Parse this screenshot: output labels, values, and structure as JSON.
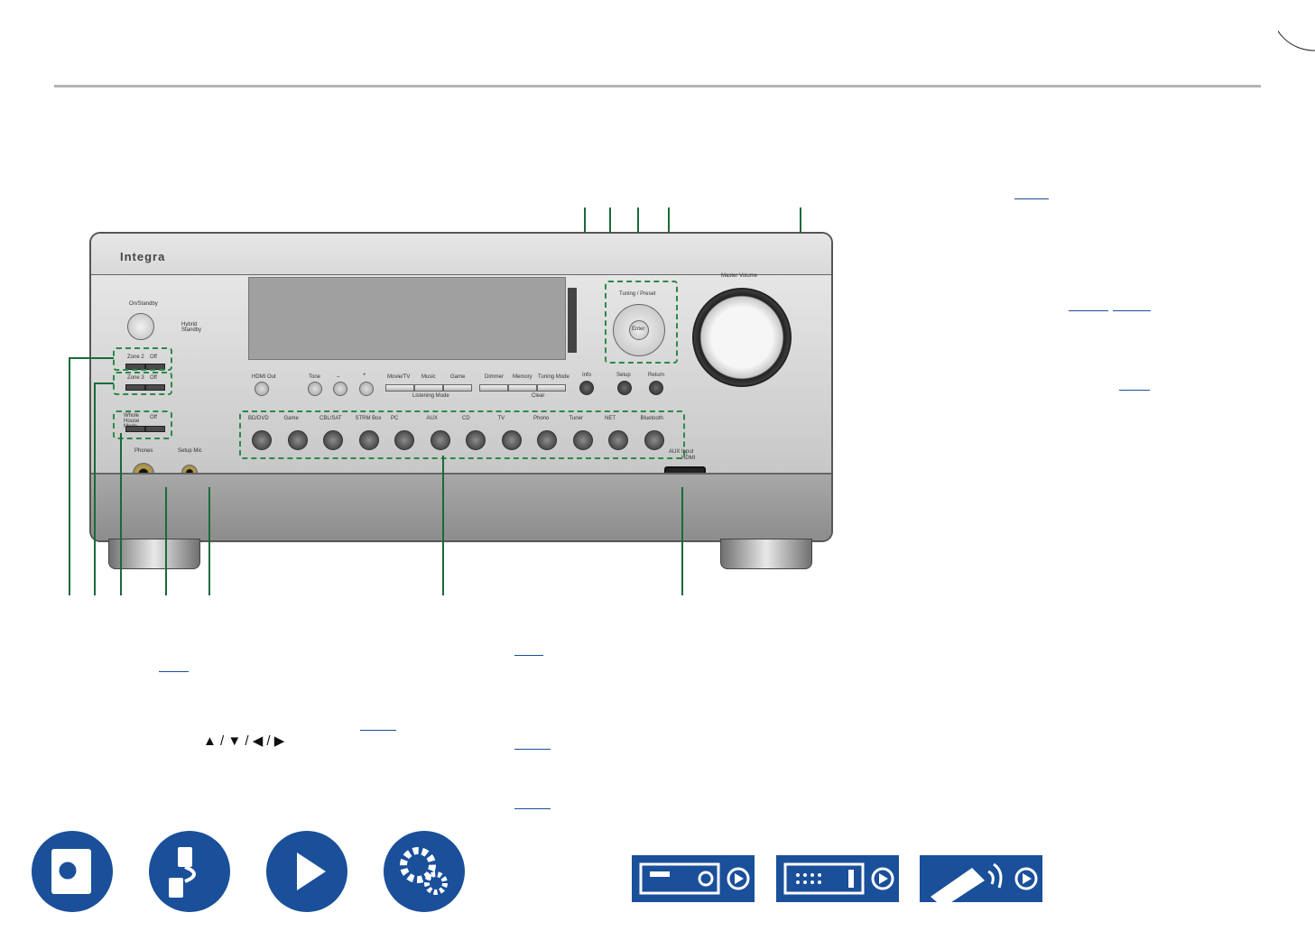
{
  "brand_colors": {
    "accent": "#1a4f9a",
    "callout": "#2a8a4a",
    "rule": "#b4b4b4"
  },
  "panel": {
    "brand": "Integra",
    "power_label": "On/Standby",
    "hybrid_standby": "Hybrid Standby",
    "zone2": {
      "label": "Zone 2",
      "off": "Off"
    },
    "zone3": {
      "label": "Zone 3",
      "off": "Off"
    },
    "whole_house": {
      "label": "Whole House Mode",
      "off": "Off"
    },
    "phones": "Phones",
    "setup_mic": "Setup Mic",
    "hdmi_out": "HDMI Out",
    "tone": "Tone",
    "minus": "–",
    "plus": "+",
    "listening": [
      "Movie/TV",
      "Music",
      "Game"
    ],
    "listening_mode": "Listening Mode",
    "right_bar": [
      "Dimmer",
      "Memory",
      "Tuning Mode"
    ],
    "clear": "Clear",
    "info": "Info",
    "setup": "Setup",
    "return": "Return",
    "enter": "Enter",
    "tuning_preset": "Tuning / Preset",
    "master_volume": "Master Volume",
    "aux_input": "AUX Input",
    "hdmi": "HDMI",
    "inputs": [
      "BD/DVD",
      "Game",
      "CBL/SAT",
      "STRM Box",
      "PC",
      "AUX",
      "CD",
      "TV",
      "Phono",
      "Tuner",
      "NET",
      "Bluetooth"
    ]
  },
  "arrow_keys": "▲ / ▼ / ◀ / ▶",
  "icons": [
    "manual-search-icon",
    "connections-icon",
    "playback-icon",
    "setup-gear-icon",
    "front-panel-icon",
    "rear-panel-icon",
    "remote-control-icon"
  ]
}
